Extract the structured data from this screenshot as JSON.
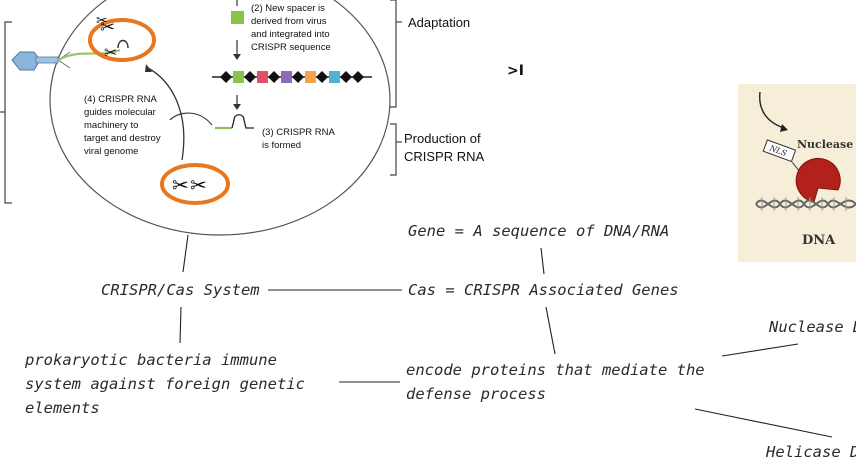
{
  "figure": {
    "step2_line1": "(2) New spacer is",
    "step2_line2": "derived from virus",
    "step2_line3": "and integrated into",
    "step2_line4": "CRISPR sequence",
    "step3_line1": "(3) CRISPR RNA",
    "step3_line2": "is formed",
    "step4_line1": "(4) CRISPR RNA",
    "step4_line2": "guides molecular",
    "step4_line3": "machinery to",
    "step4_line4": "target and destroy",
    "step4_line5": "viral genome",
    "adaptation_label": "Adaptation",
    "production_line1": "Production of",
    "production_line2": "CRISPR RNA"
  },
  "nuclease_image": {
    "nls_label": "NLS",
    "nuclease_label": "Nuclease",
    "dna_label": "DNA"
  },
  "cursor_glyph": ">I",
  "notes": {
    "crispr_cas": "CRISPR/Cas System",
    "gene": "Gene = A sequence of DNA/RNA",
    "cas": "Cas = CRISPR Associated Genes",
    "prokaryotic": "prokaryotic bacteria immune\nsystem against foreign genetic\nelements",
    "encode": "encode proteins that mediate the\ndefense process",
    "nuclease": "Nuclease D",
    "helicase": "Helicase D"
  }
}
